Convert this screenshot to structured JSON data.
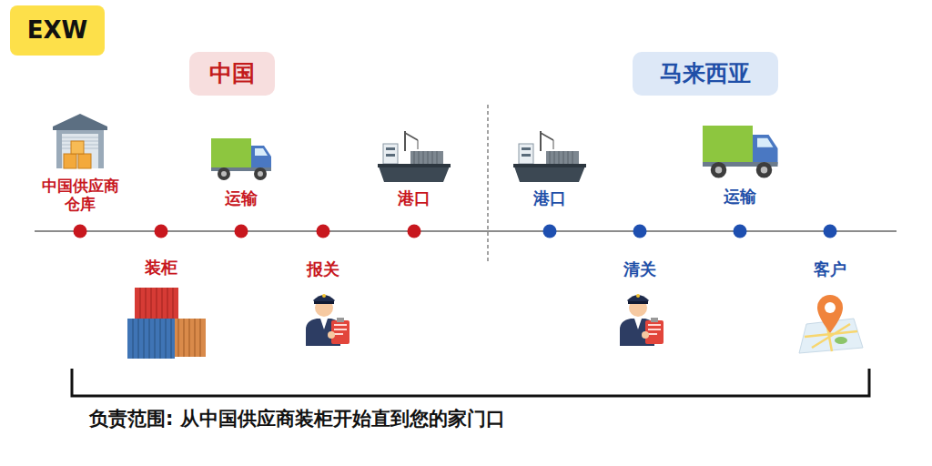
{
  "diagram": {
    "nodes": [
      {
        "text": [
          "EXW"
        ]
      },
      {
        "text": [
          "中国"
        ]
      },
      {
        "text": [
          "马来西亚"
        ]
      }
    ],
    "labels": [
      "中国供应商 仓库",
      "装柜",
      "运输",
      "报关",
      "港口",
      "港口",
      "清关",
      "运输",
      "客户",
      "负责范围: 从中国供应商装柜开始直到您的家门口"
    ]
  }
}
